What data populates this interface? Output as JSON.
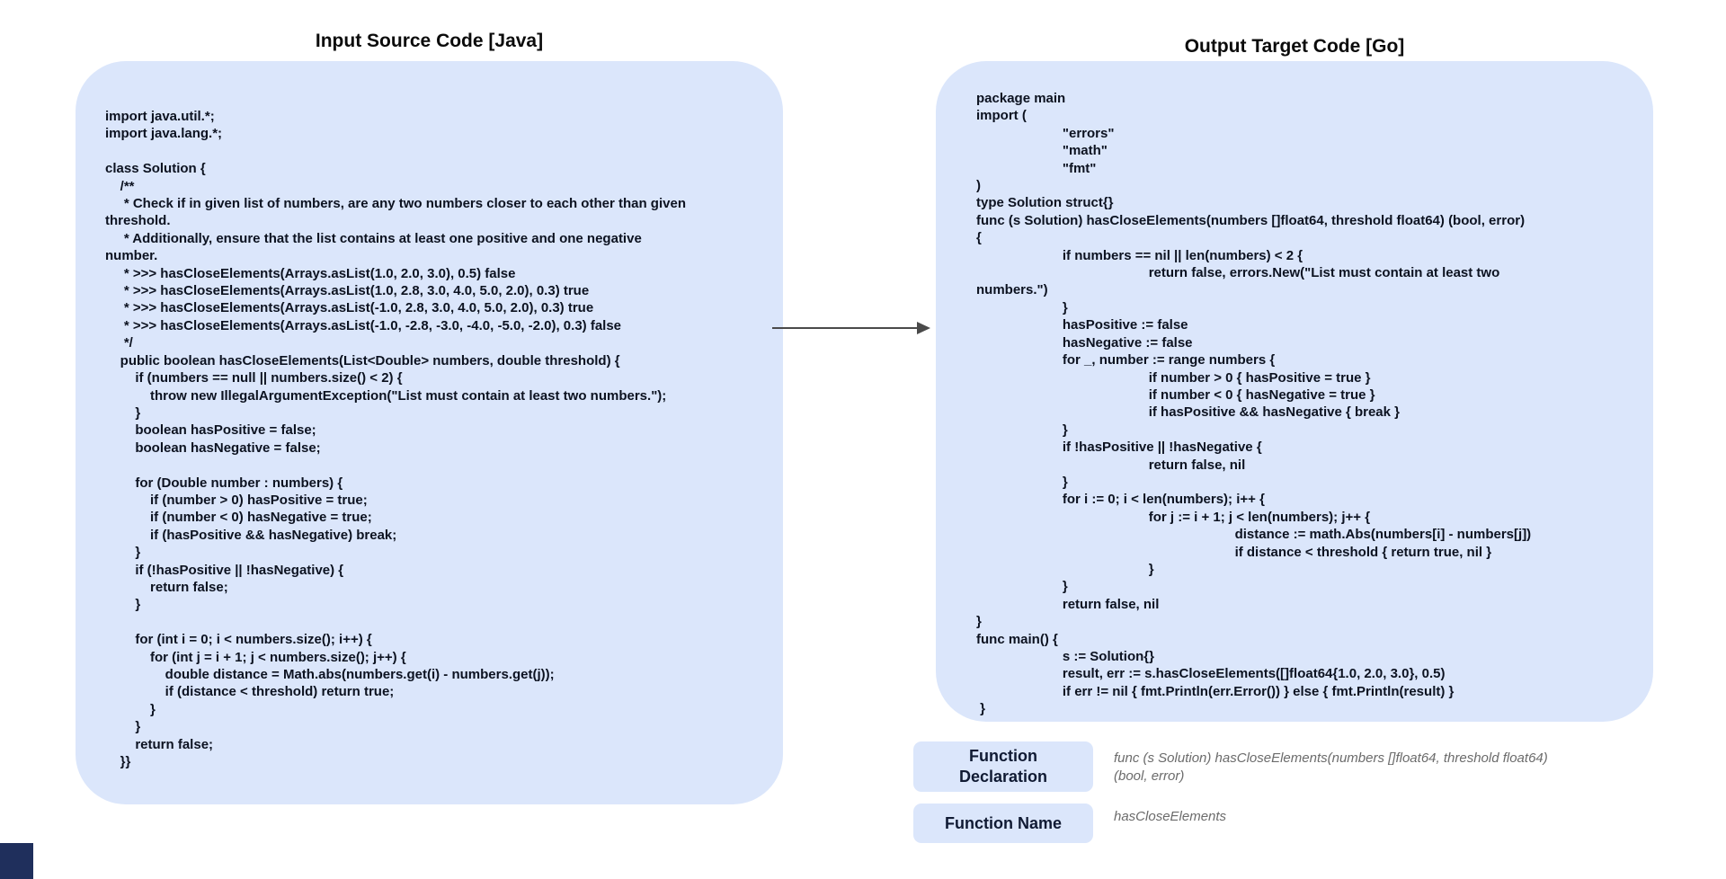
{
  "source_panel": {
    "title": "Input Source Code [Java]",
    "language": "Java",
    "code_lines": [
      "import java.util.*;",
      "import java.lang.*;",
      "",
      "class Solution {",
      "    /**",
      "     * Check if in given list of numbers, are any two numbers closer to each other than given",
      "threshold.",
      "     * Additionally, ensure that the list contains at least one positive and one negative",
      "number.",
      "     * >>> hasCloseElements(Arrays.asList(1.0, 2.0, 3.0), 0.5) false",
      "     * >>> hasCloseElements(Arrays.asList(1.0, 2.8, 3.0, 4.0, 5.0, 2.0), 0.3) true",
      "     * >>> hasCloseElements(Arrays.asList(-1.0, 2.8, 3.0, 4.0, 5.0, 2.0), 0.3) true",
      "     * >>> hasCloseElements(Arrays.asList(-1.0, -2.8, -3.0, -4.0, -5.0, -2.0), 0.3) false",
      "     */",
      "    public boolean hasCloseElements(List<Double> numbers, double threshold) {",
      "        if (numbers == null || numbers.size() < 2) {",
      "            throw new IllegalArgumentException(\"List must contain at least two numbers.\");",
      "        }",
      "        boolean hasPositive = false;",
      "        boolean hasNegative = false;",
      "",
      "        for (Double number : numbers) {",
      "            if (number > 0) hasPositive = true;",
      "            if (number < 0) hasNegative = true;",
      "            if (hasPositive && hasNegative) break;",
      "        }",
      "        if (!hasPositive || !hasNegative) {",
      "            return false;",
      "        }",
      "",
      "        for (int i = 0; i < numbers.size(); i++) {",
      "            for (int j = i + 1; j < numbers.size(); j++) {",
      "                double distance = Math.abs(numbers.get(i) - numbers.get(j));",
      "                if (distance < threshold) return true;",
      "            }",
      "        }",
      "        return false;",
      "    }}"
    ]
  },
  "target_panel": {
    "title": "Output Target Code [Go]",
    "language": "Go",
    "code_lines": [
      "package main",
      "import (",
      "\t\"errors\"",
      "\t\"math\"",
      "\t\"fmt\"",
      ")",
      "type Solution struct{}",
      "func (s Solution) hasCloseElements(numbers []float64, threshold float64) (bool, error)",
      "{",
      "\tif numbers == nil || len(numbers) < 2 {",
      "\t\treturn false, errors.New(\"List must contain at least two",
      "numbers.\")",
      "\t}",
      "\thasPositive := false",
      "\thasNegative := false",
      "\tfor _, number := range numbers {",
      "\t\tif number > 0 { hasPositive = true }",
      "\t\tif number < 0 { hasNegative = true }",
      "\t\tif hasPositive && hasNegative { break }",
      "\t}",
      "\tif !hasPositive || !hasNegative {",
      "\t\treturn false, nil",
      "\t}",
      "\tfor i := 0; i < len(numbers); i++ {",
      "\t\tfor j := i + 1; j < len(numbers); j++ {",
      "\t\t\tdistance := math.Abs(numbers[i] - numbers[j])",
      "\t\t\tif distance < threshold { return true, nil }",
      "\t\t}",
      "\t}",
      "\treturn false, nil",
      "}",
      "func main() {",
      "\ts := Solution{}",
      "\tresult, err := s.hasCloseElements([]float64{1.0, 2.0, 3.0}, 0.5)",
      "\tif err != nil { fmt.Println(err.Error()) } else { fmt.Println(result) }",
      " }"
    ]
  },
  "annotations": {
    "function_declaration_label": "Function Declaration",
    "function_declaration_value": "func (s Solution) hasCloseElements(numbers []float64, threshold float64)\n(bool, error)",
    "function_name_label": "Function Name",
    "function_name_value": "hasCloseElements"
  },
  "colors": {
    "panel_background": "#dbe6fb",
    "code_text": "#0c1220",
    "title_text": "#0b0b0b",
    "chip_label_text": "#101a33",
    "annotation_text": "#6b6b6b",
    "arrow": "#4a4a4a",
    "corner_accent": "#1f2f5c"
  }
}
